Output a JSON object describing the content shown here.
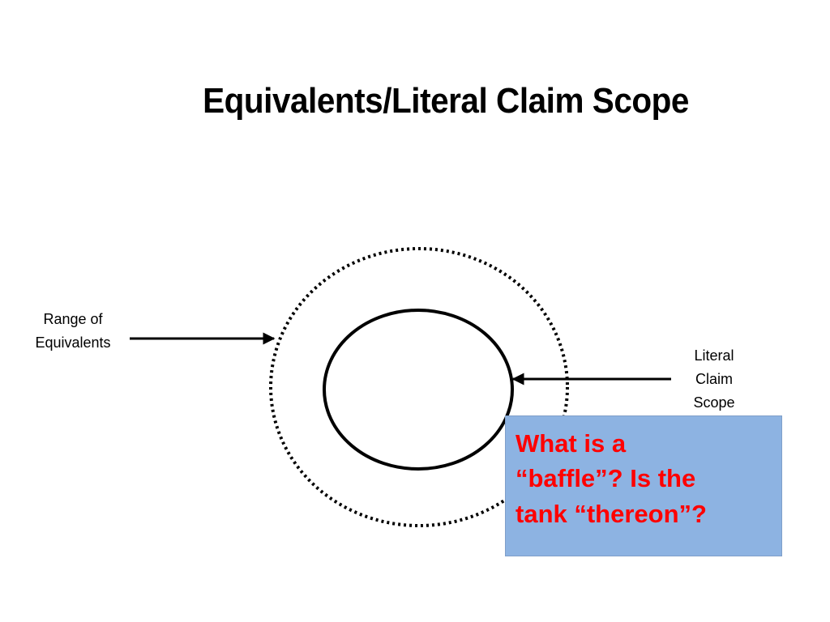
{
  "slide": {
    "title": "Equivalents/Literal Claim Scope",
    "labels": {
      "range_of_equivalents": [
        "Range of",
        "Equivalents"
      ],
      "literal_claim_scope": [
        "Literal",
        "Claim",
        "Scope"
      ]
    },
    "callout": {
      "lines": [
        "What is a",
        "“baffle”? Is the",
        "tank “thereon”?"
      ]
    },
    "colors": {
      "title": "#000000",
      "callout_background": "#8db3e2",
      "callout_text": "#ff0000"
    }
  }
}
